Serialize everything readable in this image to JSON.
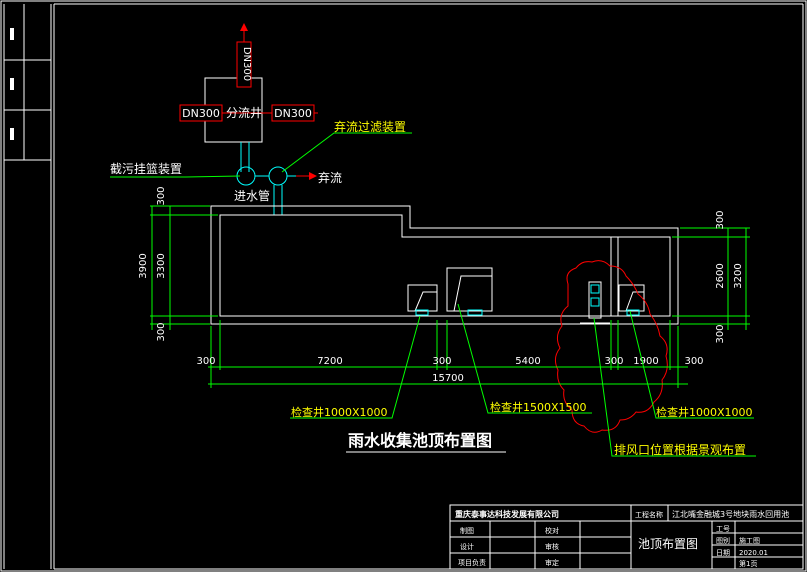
{
  "pipe_labels": {
    "dn_top": "DN300",
    "dn_left": "DN300",
    "dn_right": "DN300",
    "diversion_well": "分流井"
  },
  "callouts": {
    "discard_filter": "弃流过滤装置",
    "basket": "截污挂篮装置",
    "discard_flow": "弃流",
    "inlet_pipe": "进水管",
    "manhole_left": "检查井1000X1000",
    "manhole_mid": "检查井1500X1500",
    "manhole_right": "检查井1000X1000",
    "vent_note": "排风口位置根据景观布置"
  },
  "dimensions": {
    "left_300_top": "300",
    "left_3900": "3900",
    "left_3300": "3300",
    "left_300_bottom": "300",
    "right_2600": "2600",
    "right_3200": "3200",
    "right_300_bottom": "300",
    "h_300_a": "300",
    "h_7200": "7200",
    "h_300_b": "300",
    "h_5400": "5400",
    "h_300_c": "300",
    "h_1900": "1900",
    "h_300_d": "300",
    "h_total": "15700"
  },
  "drawing_title": "雨水收集池顶布置图",
  "title_block": {
    "company": "重庆泰事达科技发展有限公司",
    "project_label": "工程名称",
    "project": "江北嘴金融城3号地块雨水回用池",
    "sheet_title": "池顶布置图",
    "row1_left": "制图",
    "row1_mid": "校对",
    "row2_left": "设计",
    "row2_mid": "审核",
    "row3_left": "项目负责",
    "row3_mid": "审定",
    "r_label1": "工号",
    "r_label2": "图别",
    "r_value2": "施工图",
    "r_label3": "日期",
    "r_value3": "2020.01",
    "r_value4": "第1页"
  },
  "colors": {
    "background": "#000000",
    "outline": "#ffffff",
    "dimension": "#00ff00",
    "pipe": "#00ffff",
    "arrow": "#ff0000",
    "revision_cloud": "#ff0000",
    "label": "#ffff00"
  }
}
